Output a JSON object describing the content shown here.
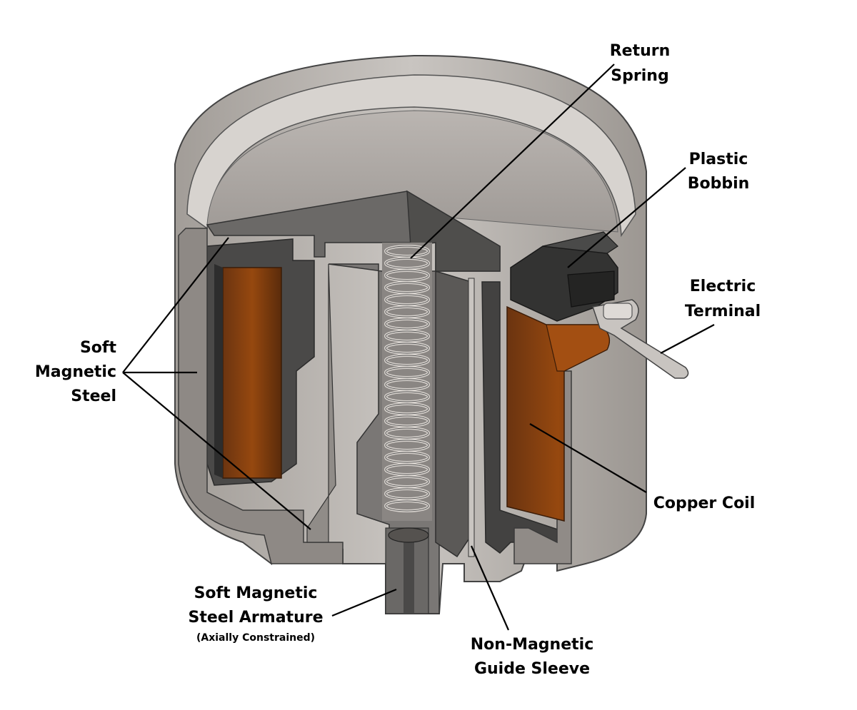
{
  "labels": {
    "return_spring": [
      "Return",
      "Spring"
    ],
    "plastic_bobbin": [
      "Plastic",
      "Bobbin"
    ],
    "electric_terminal": [
      "Electric",
      "Terminal"
    ],
    "soft_magnetic_steel": [
      "Soft",
      "Magnetic",
      "Steel"
    ],
    "copper_coil": "Copper Coil",
    "armature": [
      "Soft Magnetic",
      "Steel Armature"
    ],
    "armature_note": "(Axially Constrained)",
    "guide_sleeve": [
      "Non-Magnetic",
      "Guide Sleeve"
    ]
  },
  "colors": {
    "housing_light": "#b3aea9",
    "housing_mid": "#8f8a86",
    "steel_dark": "#5c5a58",
    "steel_darker": "#3f3e3d",
    "copper": "#8b4210",
    "copper_dark": "#5e2d0c",
    "spring": "#d9d4cf"
  }
}
